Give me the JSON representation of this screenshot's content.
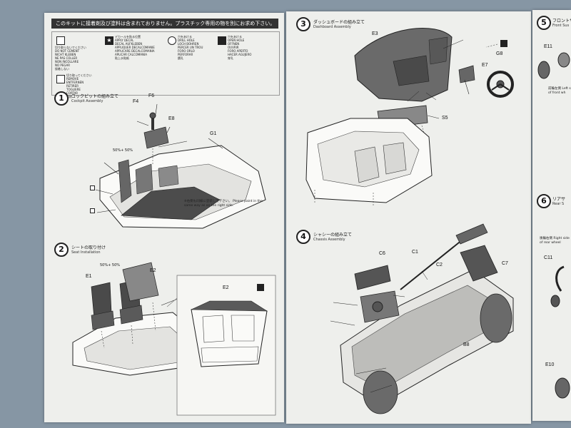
{
  "left_page": {
    "header_warning": "このキットに接着剤及び塗料は含まれておりません。プラスチック専用の物を別にお求め下さい。",
    "legend": [
      {
        "lines": [
          "切り取らないでください",
          "DO NOT CEMENT",
          "NICHT KLEBEN",
          "NE PAS COLLER",
          "NON INCOLLARE",
          "NO PEGAR",
          "接着しない"
        ]
      },
      {
        "lines": [
          "デカールを貼る位置",
          "APPLY DECAL",
          "DECAL AUFKLEBEN",
          "APPLIQUER DECALCOMANIE",
          "APPLICARE DECALCOMANIA",
          "APLICAR CALCOMANIA",
          "貼上水貼紙"
        ]
      },
      {
        "lines": [
          "穴をあける",
          "DRILL HOLE",
          "LOCH BOHREN",
          "PERCER UN TROU",
          "FORO ORLO",
          "PERFORAR",
          "鑽孔"
        ]
      },
      {
        "lines": [
          "穴をあける",
          "OPEN HOLE",
          "OFFNEN",
          "OUVRIR",
          "FORO APERTO",
          "HACER AGUJERO",
          "穿孔"
        ]
      },
      {
        "lines": [
          "切り取ってください",
          "REMOVE",
          "ENTFERNEN",
          "RETIRER",
          "TOGLIERE",
          "CORTAR",
          "切除"
        ]
      }
    ],
    "step1": {
      "number": "1",
      "jp": "コックピットの組み立て",
      "en": "Cockpit Assembly",
      "parts": [
        "F6",
        "F4",
        "E8",
        "G1"
      ],
      "paint_mix": "50%+ 50%",
      "note": "※右側も同様に塗装して下さい。 Please paint in the same way as on the right side."
    },
    "step2": {
      "number": "2",
      "jp": "シートの取り付け",
      "en": "Seat Installation",
      "parts": [
        "E1",
        "E2",
        "E2"
      ],
      "paint_mix": "50%+ 50%"
    }
  },
  "right_page": {
    "step3": {
      "number": "3",
      "jp": "ダッシュボードの組み立て",
      "en": "Dashboard Assembly",
      "parts": [
        "E3",
        "E7",
        "G8",
        "S5"
      ]
    },
    "step4": {
      "number": "4",
      "jp": "シャシーの組み立て",
      "en": "Chassis Assembly",
      "parts": [
        "C6",
        "C1",
        "C2",
        "C7",
        "B8"
      ]
    }
  },
  "far_page": {
    "step5": {
      "number": "5",
      "jp": "フロントサ",
      "en": "Front Sus",
      "parts": [
        "E11",
        "C11",
        "E10"
      ],
      "side_front": "前輪左側 Left side of front wh",
      "side_rear": "後輪右側 Right side of rear wheel"
    },
    "step6": {
      "number": "6",
      "jp": "リアサ",
      "en": "Rear S"
    }
  },
  "colors": {
    "paper": "#eeefec",
    "background": "#8696a4",
    "ink": "#222222",
    "header_bar": "#333333",
    "part_fill": "#555555"
  }
}
